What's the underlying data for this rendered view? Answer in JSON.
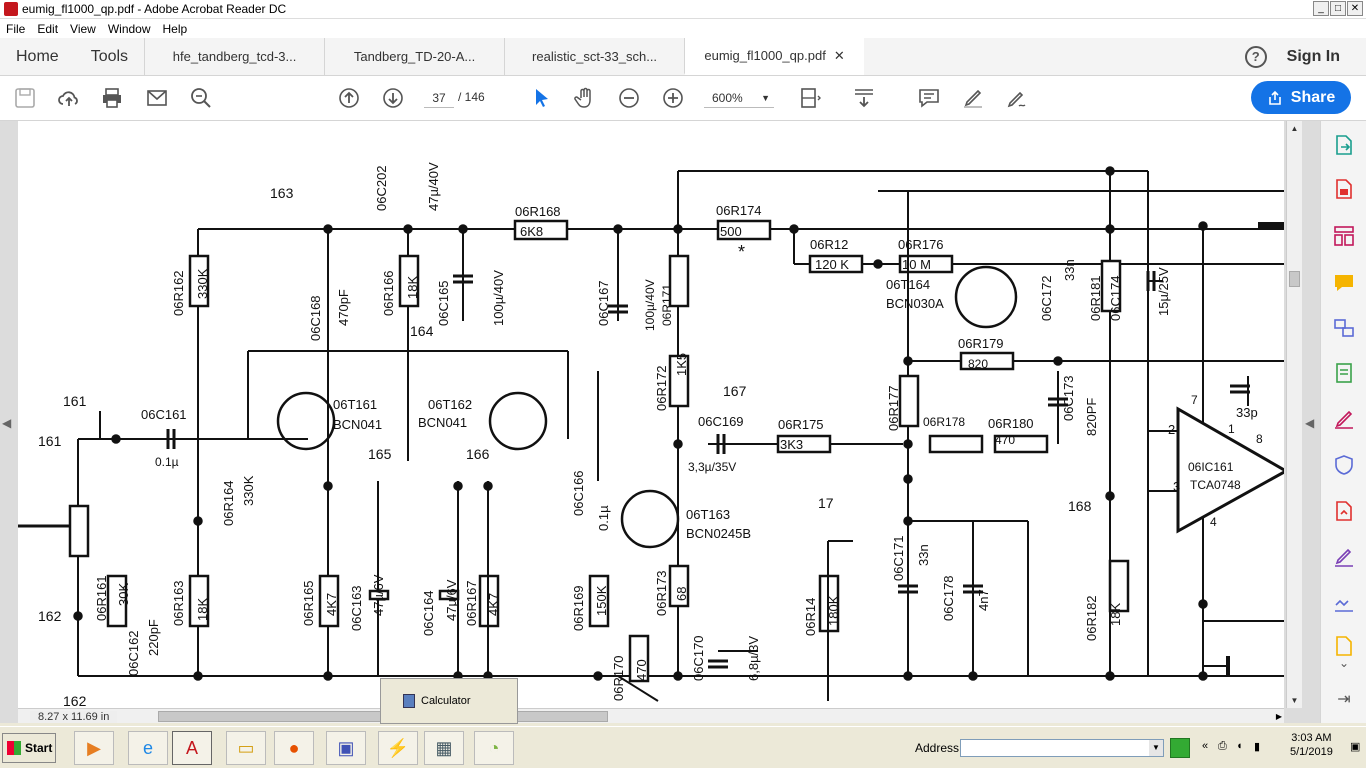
{
  "window": {
    "title": "eumig_fl1000_qp.pdf - Adobe Acrobat Reader DC",
    "controls": [
      "_",
      "□",
      "✕"
    ]
  },
  "menu": [
    "File",
    "Edit",
    "View",
    "Window",
    "Help"
  ],
  "tabs": {
    "home": "Home",
    "tools": "Tools",
    "documents": [
      {
        "label": "hfe_tandberg_tcd-3...",
        "active": false
      },
      {
        "label": "Tandberg_TD-20-A...",
        "active": false
      },
      {
        "label": "realistic_sct-33_sch...",
        "active": false
      },
      {
        "label": "eumig_fl1000_qp.pdf",
        "active": true
      }
    ],
    "close_glyph": "✕",
    "help_glyph": "?",
    "sign_in": "Sign In"
  },
  "toolbar": {
    "page_current": "37",
    "page_total": "/ 146",
    "zoom": "600%",
    "share": "Share"
  },
  "schematic": {
    "labels": [
      "163",
      "06R168",
      "6K8",
      "06R174",
      "500",
      "06R12",
      "120 K",
      "06R176",
      "10 M",
      "06T164",
      "BCN030A",
      "06C172",
      "33n",
      "06R181",
      "06C174",
      "15µ/25V",
      "06R162",
      "330K",
      "06R166",
      "18K",
      "06C165",
      "100µ/40V",
      "06C167",
      "100µ/40V",
      "06R171",
      "06C168",
      "470pF",
      "164",
      "161",
      "06C161",
      "0.1µ",
      "06T161",
      "BCN041",
      "06T162",
      "BCN041",
      "06R179",
      "820",
      "06C173",
      "820PF",
      "06R177",
      "06R178",
      "06R180",
      "470",
      "167",
      "06C169",
      "3,3µ/35V",
      "06R175",
      "3K3",
      "06R172",
      "1K5",
      "06R164",
      "330K",
      "165",
      "166",
      "06C166",
      "0.1µ",
      "06T163",
      "BCN0245B",
      "17",
      "06IC161",
      "TCA0748",
      "33p",
      "161",
      "162",
      "06R161",
      "30K",
      "06C162",
      "220pF",
      "06R163",
      "18K",
      "06R165",
      "4K7",
      "06C163",
      "47µ/6V",
      "06C164",
      "47µ/6V",
      "06R167",
      "4K7",
      "06R169",
      "150K",
      "06R173",
      "68",
      "06C170",
      "6,8µ/3V",
      "06R170",
      "470",
      "06R14",
      "180K",
      "06C171",
      "33n",
      "06C178",
      "4n7",
      "06R182",
      "18K",
      "168",
      "162",
      "7",
      "1",
      "8",
      "2",
      "3",
      "4",
      "06C202",
      "47µ/40V",
      "*"
    ]
  },
  "status": {
    "page_size": "8.27 x 11.69 in"
  },
  "popup": {
    "label": "Calculator"
  },
  "taskbar": {
    "start": "Start",
    "address_label": "Address",
    "address_value": "",
    "time": "3:03 AM",
    "date": "5/1/2019"
  }
}
